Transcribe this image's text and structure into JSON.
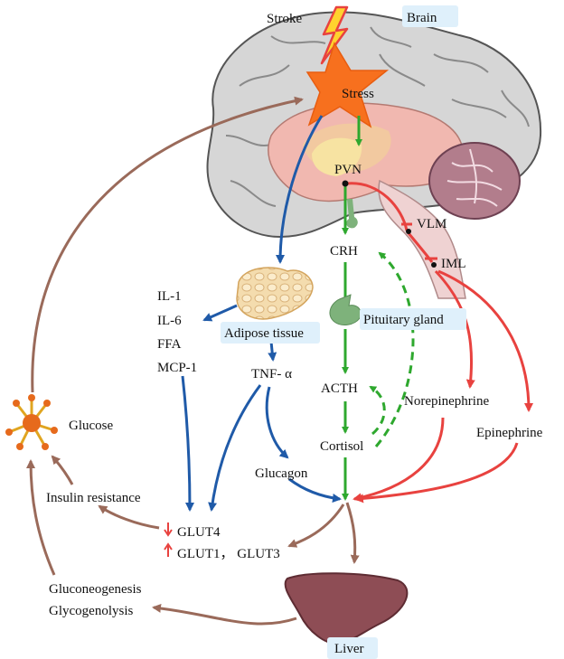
{
  "labels": {
    "stroke": "Stroke",
    "brain": "Brain",
    "stress": "Stress",
    "pvn": "PVN",
    "vlm": "VLM",
    "iml": "IML",
    "crh": "CRH",
    "pituitary_gland": "Pituitary gland",
    "acth": "ACTH",
    "cortisol": "Cortisol",
    "norepinephrine": "Norepinephrine",
    "epinephrine": "Epinephrine",
    "adipose_tissue": "Adipose tissue",
    "il1": "IL-1",
    "il6": "IL-6",
    "ffa": "FFA",
    "mcp1": "MCP-1",
    "tnf": "TNF- α",
    "glucagon": "Glucagon",
    "glucose": "Glucose",
    "insulin_resistance": "Insulin resistance",
    "glut4": "GLUT4",
    "glut13": "GLUT1， GLUT3",
    "gluconeogenesis": "Gluconeogenesis",
    "glycogenolysis": "Glycogenolysis",
    "liver": "Liver"
  },
  "colors": {
    "green": "#2ea82e",
    "red": "#e8423f",
    "blue": "#1f5aa8",
    "brown": "#9a6a5a",
    "stress": "#f7701e",
    "label_bg": "#dff0fb"
  }
}
